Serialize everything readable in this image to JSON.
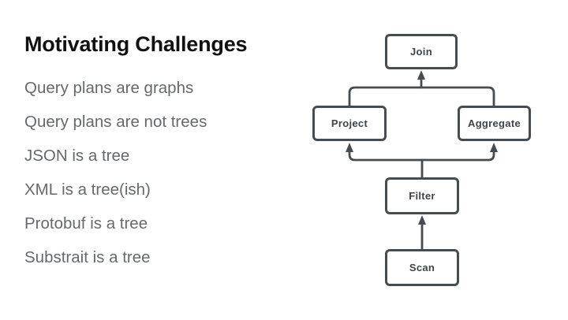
{
  "slide": {
    "title": "Motivating Challenges",
    "bullets": [
      "Query plans are graphs",
      "Query plans are not trees",
      "JSON is a tree",
      "XML is a tree(ish)",
      "Protobuf is a tree",
      "Substrait is a tree"
    ]
  },
  "diagram": {
    "nodes": [
      {
        "id": "join",
        "label": "Join"
      },
      {
        "id": "project",
        "label": "Project"
      },
      {
        "id": "aggregate",
        "label": "Aggregate"
      },
      {
        "id": "filter",
        "label": "Filter"
      },
      {
        "id": "scan",
        "label": "Scan"
      }
    ],
    "edges": [
      {
        "from": "Scan",
        "to": "Filter"
      },
      {
        "from": "Filter",
        "to": "Project"
      },
      {
        "from": "Filter",
        "to": "Aggregate"
      },
      {
        "from": "Project",
        "to": "Join"
      },
      {
        "from": "Aggregate",
        "to": "Join"
      }
    ]
  },
  "colors": {
    "background": "#ffffff",
    "title_text": "#111111",
    "bullet_text": "#66696c",
    "line": "#474c51",
    "node_border": "#474c51",
    "node_fill": "#ffffff",
    "node_text": "#3f4449"
  }
}
